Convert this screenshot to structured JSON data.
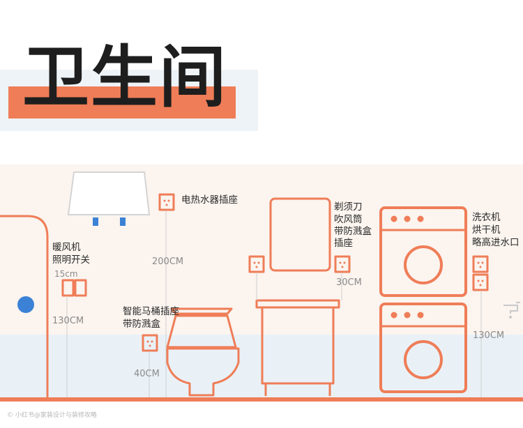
{
  "title": "卫生间",
  "labels": {
    "heater_outlet": "电热水器插座",
    "heater_switch_line1": "暖风机",
    "heater_switch_line2": "照明开关",
    "toilet_outlet_line1": "智能马桶插座",
    "toilet_outlet_line2": "带防溅盒",
    "vanity_outlet_line1": "剃须刀",
    "vanity_outlet_line2": "吹风筒",
    "vanity_outlet_line3": "带防溅盒",
    "vanity_outlet_line4": "插座",
    "washer_outlet_line1": "洗衣机",
    "washer_outlet_line2": "烘干机",
    "washer_outlet_line3": "略高进水口"
  },
  "dimensions": {
    "switch_gap": "15cm",
    "switch_height": "130CM",
    "heater_outlet_height": "200CM",
    "toilet_outlet_height": "40CM",
    "vanity_outlet_height": "30CM",
    "washer_outlet_height": "130CM"
  },
  "watermark": "© 小红书@家装设计与装修攻略",
  "colors": {
    "accent": "#ef7d57",
    "title_band": "#eef3f7",
    "blue_dot": "#3b82d6"
  }
}
